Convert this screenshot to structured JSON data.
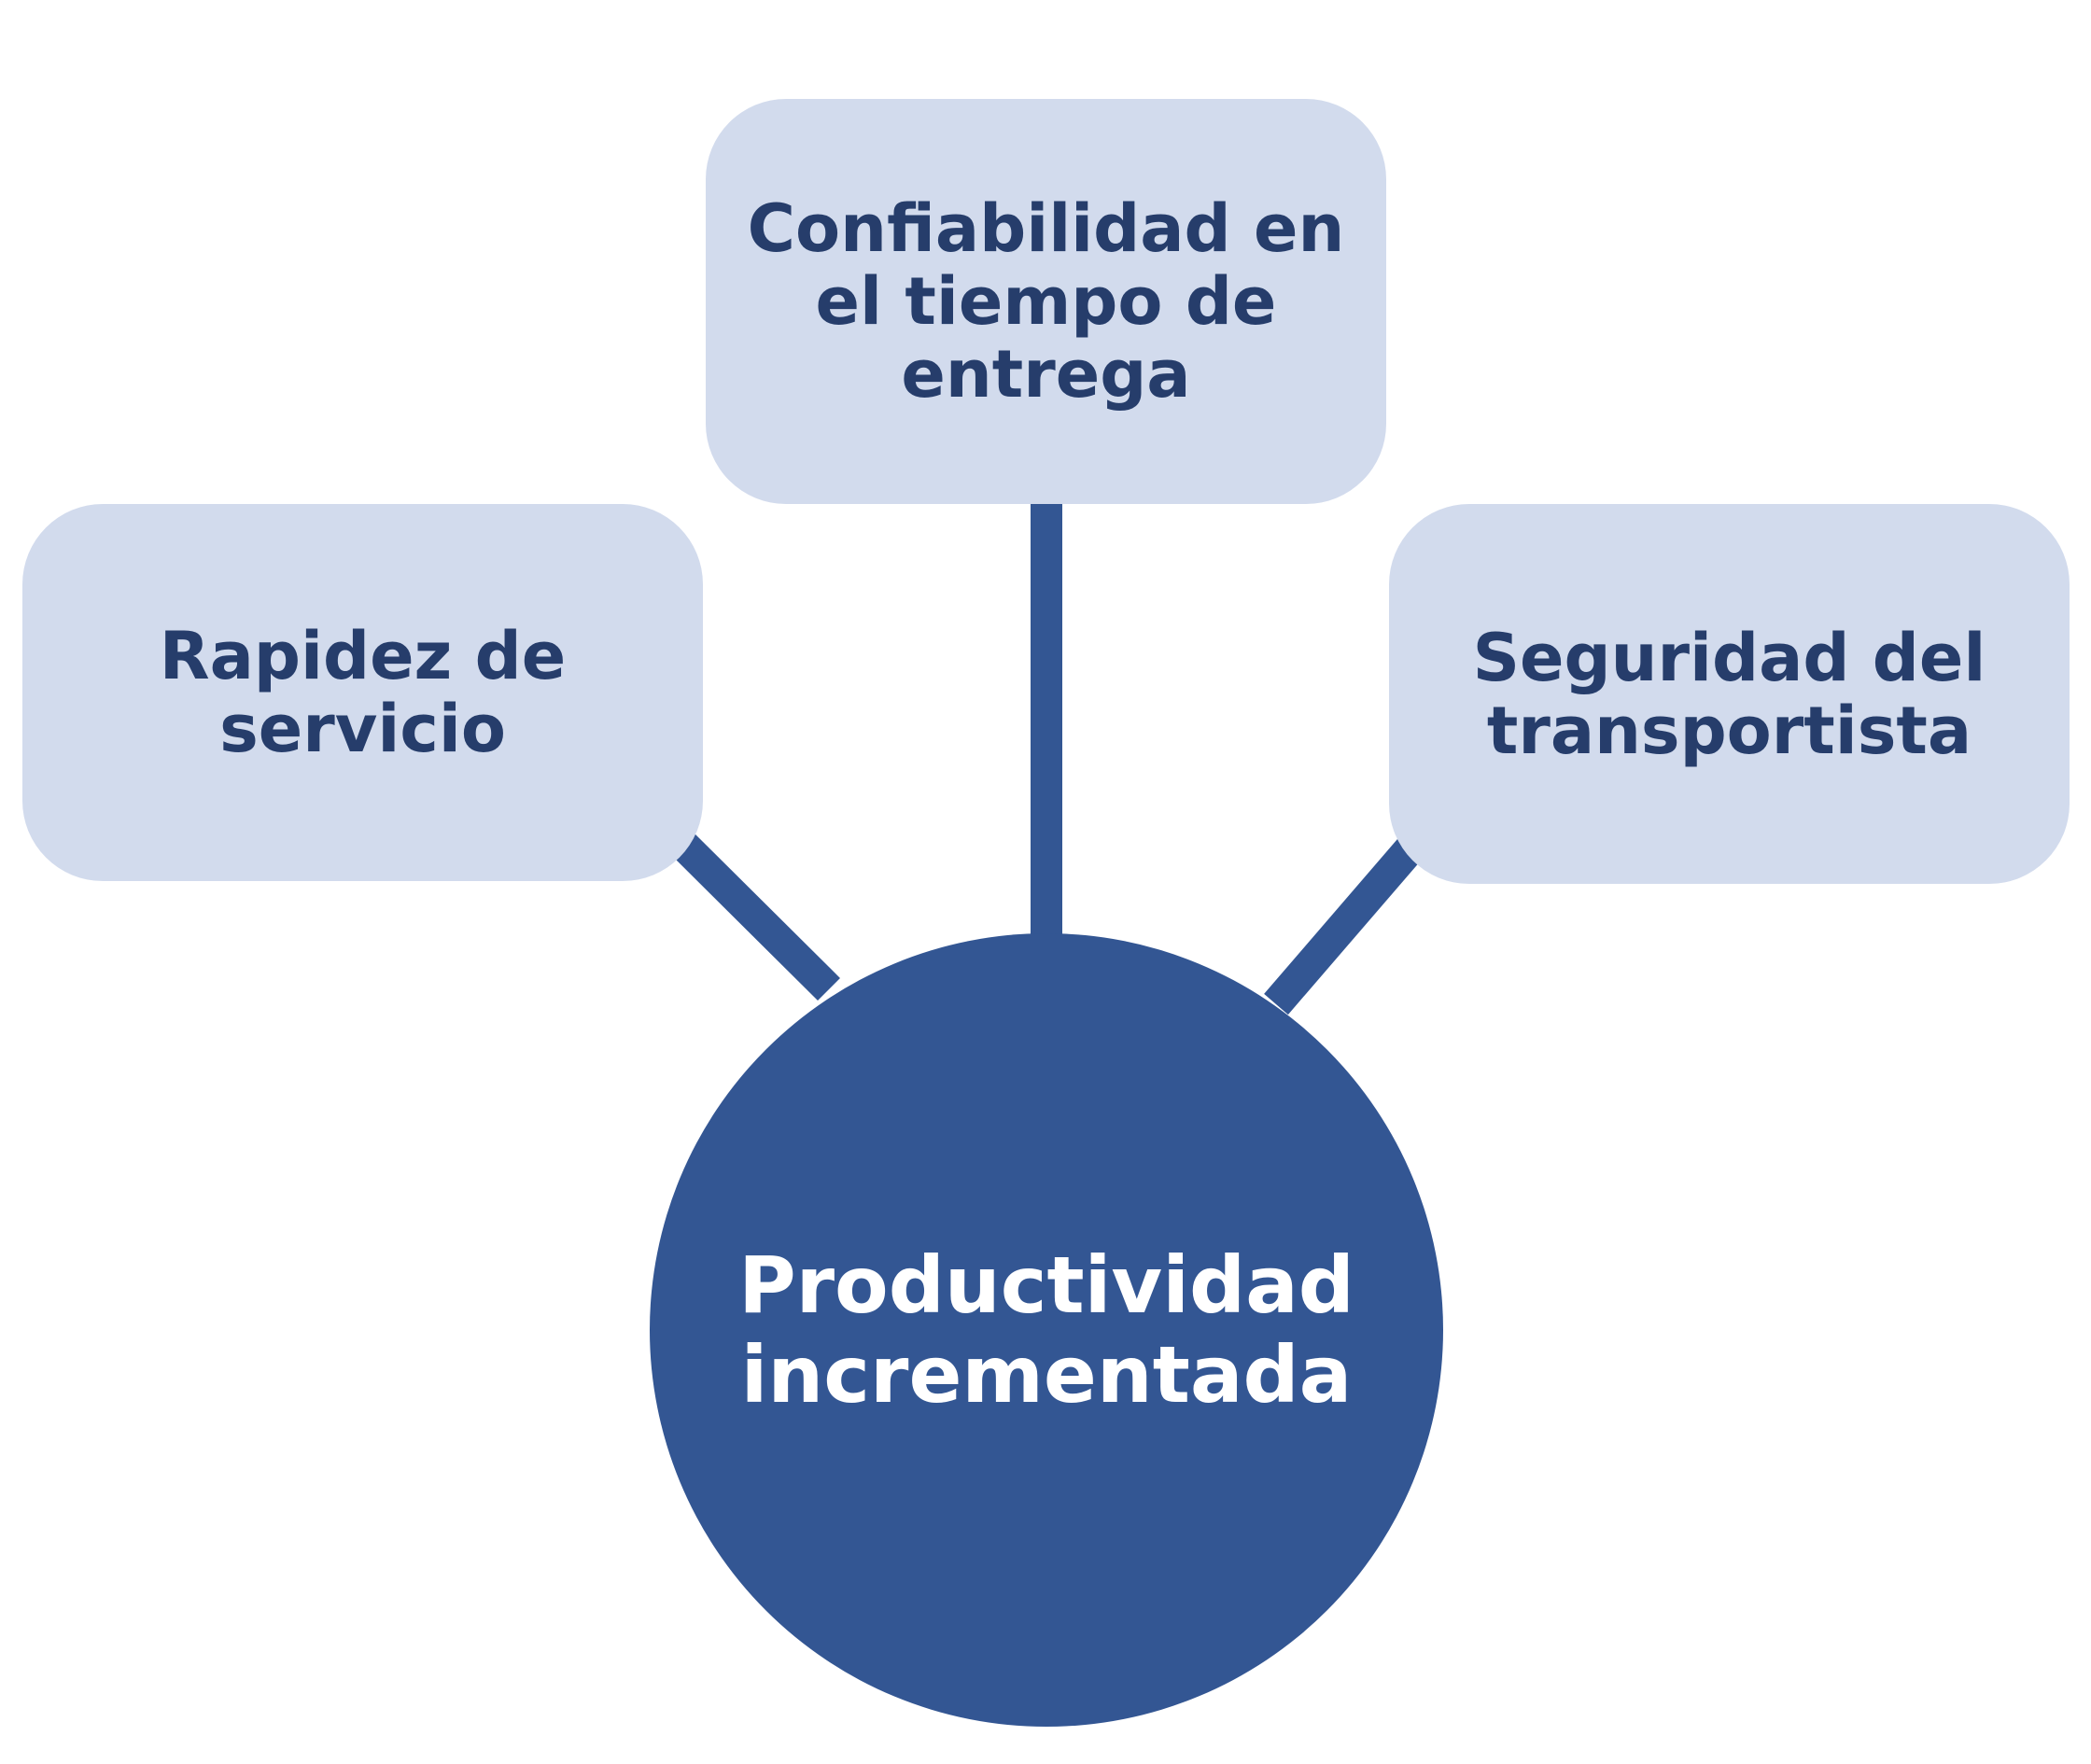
{
  "colors": {
    "box_fill": "#d2dbed",
    "box_text": "#263d6b",
    "center_fill": "#335693",
    "center_text": "#ffffff",
    "connector": "#335693"
  },
  "center": {
    "lines": [
      "Productividad",
      "incrementada"
    ]
  },
  "boxes": {
    "top": {
      "lines": [
        "Confiabilidad en",
        "el tiempo de",
        "entrega"
      ]
    },
    "left": {
      "lines": [
        "Rapidez de",
        "servicio"
      ]
    },
    "right": {
      "lines": [
        "Seguridad del",
        "transportista"
      ]
    }
  }
}
